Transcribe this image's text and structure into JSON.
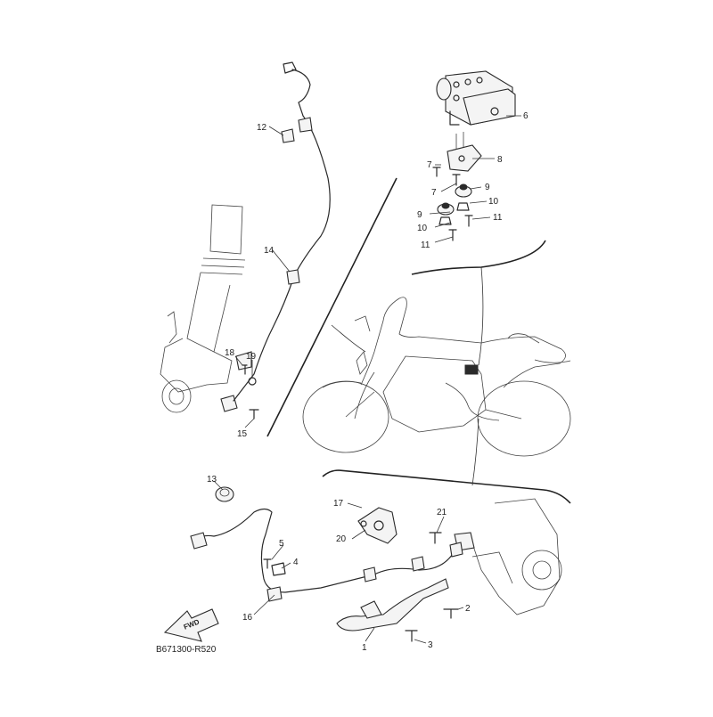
{
  "diagram": {
    "reference_code": "B671300-R520",
    "fwd_label": "FWD",
    "callouts": {
      "c1": "1",
      "c2": "2",
      "c3": "3",
      "c4": "4",
      "c5": "5",
      "c6": "6",
      "c7a": "7",
      "c7b": "7",
      "c8": "8",
      "c9a": "9",
      "c9b": "9",
      "c10a": "10",
      "c10b": "10",
      "c11a": "11",
      "c11b": "11",
      "c12": "12",
      "c13": "13",
      "c14": "14",
      "c15": "15",
      "c16": "16",
      "c17": "17",
      "c18": "18",
      "c19": "19",
      "c20": "20",
      "c21": "21"
    }
  }
}
